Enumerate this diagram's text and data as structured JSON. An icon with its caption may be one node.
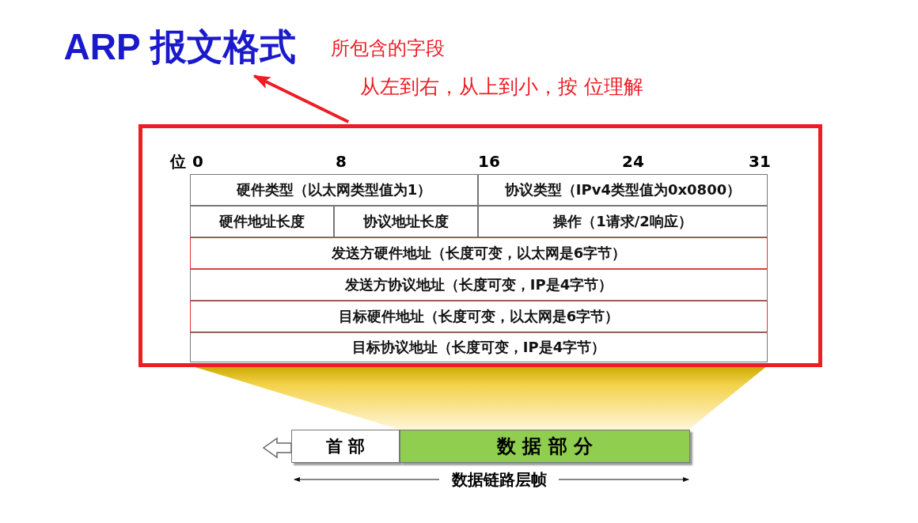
{
  "diagram": {
    "nodes": [
      {
        "text": [
          "ARP 报文格式"
        ]
      },
      {
        "text": [],
        "shape": "box"
      },
      {
        "text": [
          "首 部"
        ]
      },
      {
        "text": [
          "数 据 部 分"
        ]
      }
    ],
    "edges": [
      {
        "from": 1,
        "to": 0,
        "arrow": "to"
      }
    ],
    "labels": [
      "所包含的字段",
      "从左到右，从上到小，按 位理解",
      "位",
      "0",
      "8",
      "16",
      "24",
      "31",
      "硬件类型（以太网类型值为1）",
      "协议类型（IPv4类型值为0x0800）",
      "硬件地址长度",
      "协议地址长度",
      "操作（1请求/2响应）",
      "发送方硬件地址（长度可变，以太网是6字节）",
      "发送方协议地址（长度可变，IP是4字节）",
      "目标硬件地址（长度可变，以太网是6字节）",
      "目标协议地址（长度可变，IP是4字节）",
      "数据链路层帧"
    ]
  }
}
